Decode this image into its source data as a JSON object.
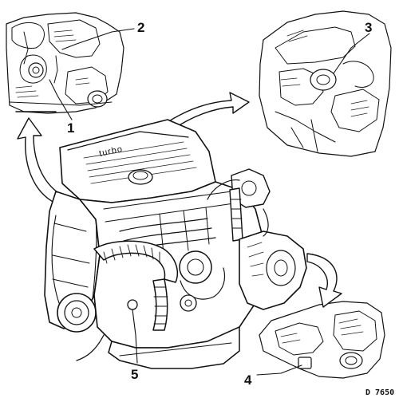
{
  "callouts": [
    {
      "id": "1",
      "label": "1"
    },
    {
      "id": "2",
      "label": "2"
    },
    {
      "id": "3",
      "label": "3"
    },
    {
      "id": "4",
      "label": "4"
    },
    {
      "id": "5",
      "label": "5"
    }
  ],
  "engine": {
    "cover_lettering": "turbo"
  },
  "reference_code": "D 7650",
  "colors": {
    "ink": "#111111",
    "paper": "#ffffff"
  }
}
